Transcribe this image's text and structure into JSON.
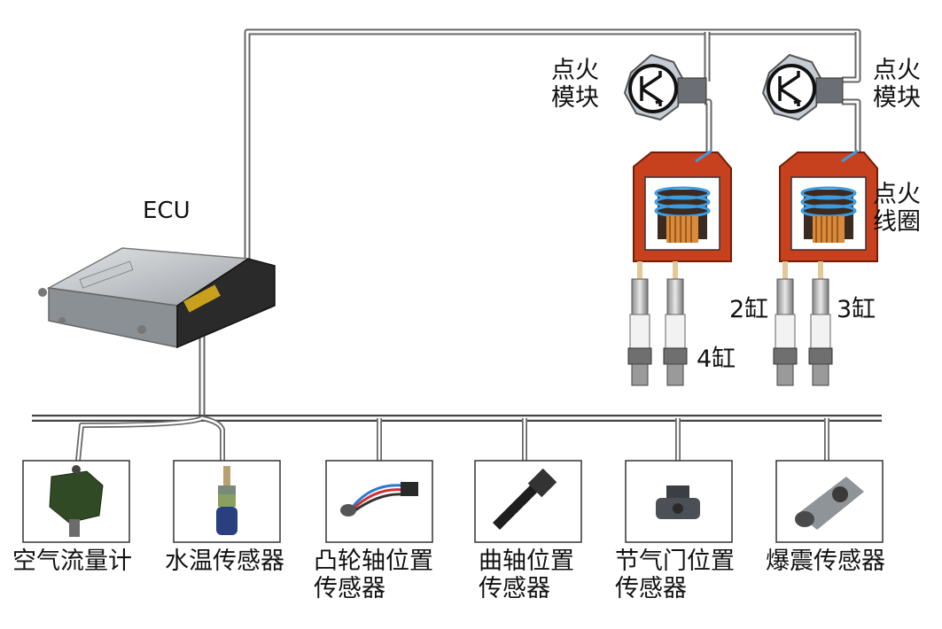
{
  "ecu": {
    "label": "ECU"
  },
  "ignition_module": {
    "line1": "点火",
    "line2": "模块"
  },
  "ignition_coil": {
    "line1": "点火",
    "line2": "线圈"
  },
  "cylinders": {
    "cyl2": "2缸",
    "cyl3": "3缸",
    "cyl4": "4缸"
  },
  "sensors": [
    {
      "line1": "空气流量计",
      "line2": ""
    },
    {
      "line1": "水温传感器",
      "line2": ""
    },
    {
      "line1": "凸轮轴位置",
      "line2": "传感器"
    },
    {
      "line1": "曲轴位置",
      "line2": "传感器"
    },
    {
      "line1": "节气门位置",
      "line2": "传感器"
    },
    {
      "line1": "爆震传感器",
      "line2": ""
    }
  ],
  "colors": {
    "coil_housing": "#c8411e",
    "coil_winding": "#3d9be0",
    "coil_core": "#d98a3a",
    "ecu_body": "#b8bcc0",
    "wire": "#666666"
  }
}
